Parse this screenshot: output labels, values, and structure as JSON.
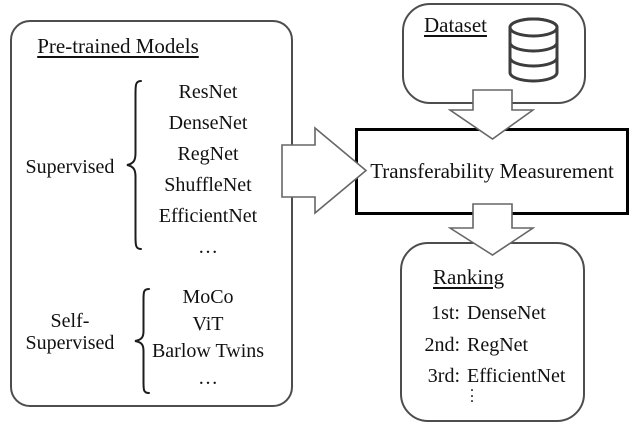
{
  "figure": {
    "pretrained": {
      "title": "Pre-trained Models",
      "supervised": {
        "label": "Supervised",
        "models": [
          "ResNet",
          "DenseNet",
          "RegNet",
          "ShuffleNet",
          "EfficientNet",
          "…"
        ]
      },
      "self_supervised": {
        "label_line1": "Self-",
        "label_line2": "Supervised",
        "models": [
          "MoCo",
          "ViT",
          "Barlow Twins",
          "…"
        ]
      }
    },
    "dataset": {
      "title": "Dataset",
      "icon": "database-icon"
    },
    "measurement": {
      "title": "Transferability Measurement"
    },
    "ranking": {
      "title": "Ranking",
      "items": [
        {
          "rank": "1st:",
          "model": "DenseNet"
        },
        {
          "rank": "2nd:",
          "model": "RegNet"
        },
        {
          "rank": "3rd:",
          "model": "EfficientNet"
        }
      ],
      "dot": "."
    },
    "colors": {
      "outline_gray": "#4d4d4d",
      "arrow_outline": "#666666",
      "measurement_border": "#000000"
    }
  }
}
